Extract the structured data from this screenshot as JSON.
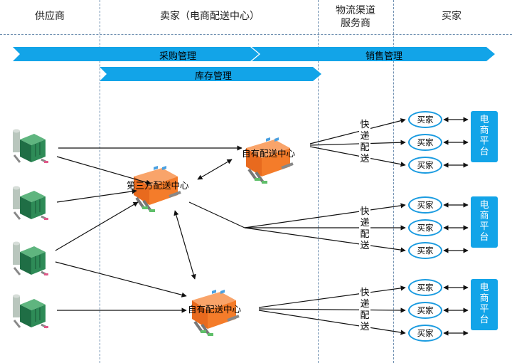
{
  "header": {
    "supplier": "供应商",
    "seller": "卖家（电商配送中心）",
    "logistics_line1": "物流渠道",
    "logistics_line2": "服务商",
    "buyer": "买家"
  },
  "bands": {
    "purchase": "采购管理",
    "sales": "销售管理",
    "inventory": "库存管理"
  },
  "nodes": {
    "third_party_dc": "第三方配送中心",
    "own_dc_top": "自有配送中心",
    "own_dc_bottom": "自有配送中心"
  },
  "express_chars": [
    "快",
    "递",
    "配",
    "送"
  ],
  "buyer_label": "买家",
  "platform_chars": [
    "电",
    "商",
    "平",
    "台"
  ],
  "colors": {
    "band": "#12a4e8",
    "warehouse_orange": "#f47c2a",
    "supplier_green": "#2e8b57",
    "buyer_border": "#1a9be0",
    "platform": "#12a4e8",
    "divider": "#6e8fb0"
  }
}
